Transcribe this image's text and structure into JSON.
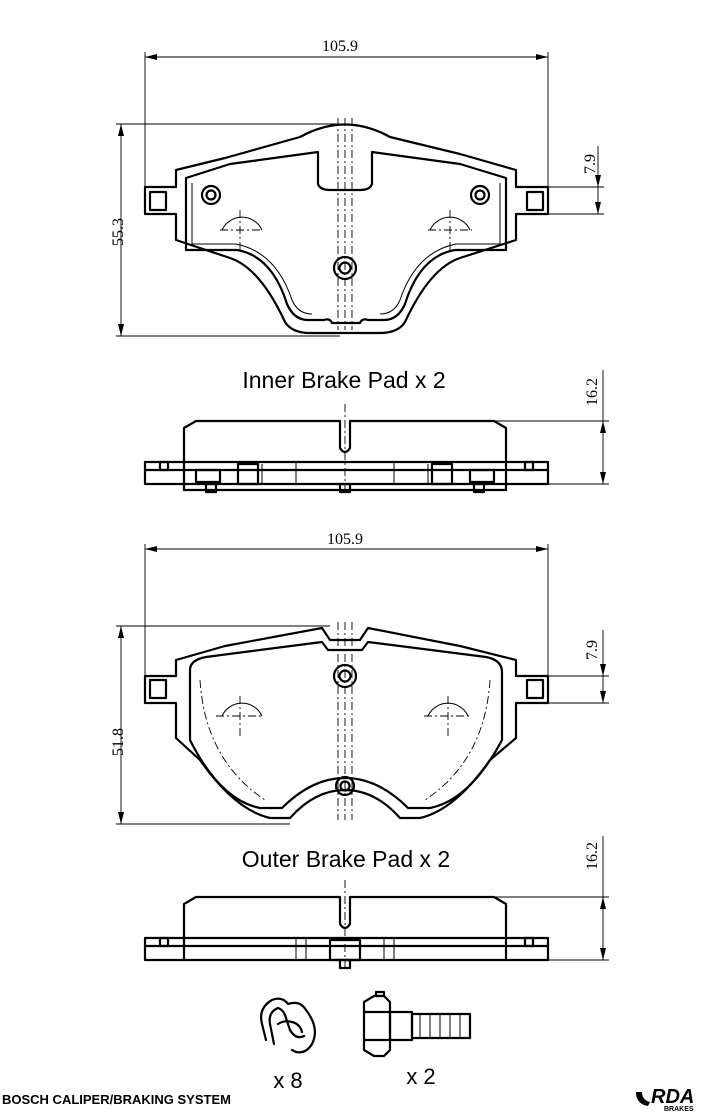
{
  "inner_pad": {
    "caption": "Inner Brake Pad x 2",
    "width_dim": "105.9",
    "height_dim": "55.3",
    "tab_dim": "7.9",
    "thickness_dim": "16.2"
  },
  "outer_pad": {
    "caption": "Outer Brake Pad x 2",
    "width_dim": "105.9",
    "height_dim": "51.8",
    "tab_dim": "7.9",
    "thickness_dim": "16.2"
  },
  "accessories": {
    "clip_qty": "x 8",
    "bolt_qty": "x 2"
  },
  "footer": {
    "system_label": "BOSCH CALIPER/BRAKING SYSTEM",
    "brand_logo": "RDA",
    "brand_sub": "BRAKES"
  }
}
